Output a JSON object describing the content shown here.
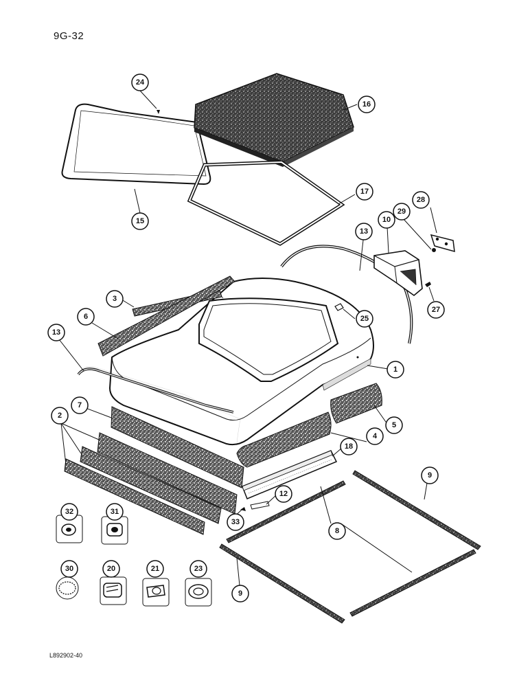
{
  "page_number": "9G-32",
  "figure_code": "L892902-40",
  "callouts": [
    "24",
    "16",
    "15",
    "17",
    "28",
    "29",
    "10",
    "13",
    "27",
    "3",
    "6",
    "25",
    "13",
    "1",
    "7",
    "2",
    "5",
    "4",
    "18",
    "9",
    "12",
    "32",
    "31",
    "33",
    "8",
    "30",
    "20",
    "21",
    "23",
    "9"
  ],
  "colors": {
    "ink": "#111111",
    "paper": "#ffffff",
    "speckle_fill": "#6a6a6a"
  }
}
